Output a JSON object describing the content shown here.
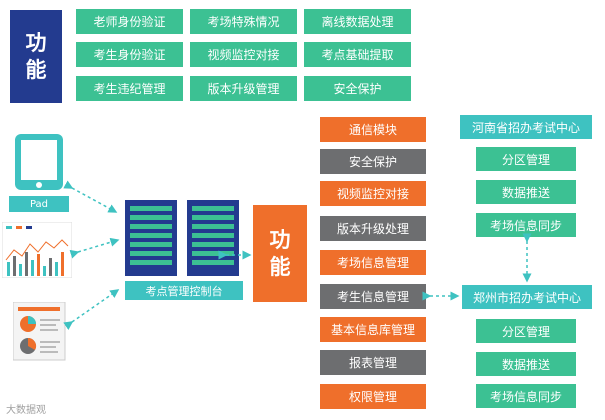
{
  "top": {
    "title_chars": [
      "功",
      "能"
    ],
    "boxes": [
      "老师身份验证",
      "考场特殊情况",
      "离线数据处理",
      "考生身份验证",
      "视频监控对接",
      "考点基础提取",
      "考生违纪管理",
      "版本升级管理",
      "安全保护"
    ]
  },
  "left": {
    "pad_label": "Pad",
    "console_label": "考点管理控制台"
  },
  "center": {
    "title_chars": [
      "功",
      "能"
    ],
    "modules": [
      {
        "label": "通信模块",
        "color": "orange"
      },
      {
        "label": "安全保护",
        "color": "gray"
      },
      {
        "label": "视频监控对接",
        "color": "orange"
      },
      {
        "label": "版本升级处理",
        "color": "gray"
      },
      {
        "label": "考场信息管理",
        "color": "orange"
      },
      {
        "label": "考生信息管理",
        "color": "gray"
      },
      {
        "label": "基本信息库管理",
        "color": "orange"
      },
      {
        "label": "报表管理",
        "color": "gray"
      },
      {
        "label": "权限管理",
        "color": "orange"
      }
    ]
  },
  "right": {
    "province": {
      "title": "河南省招办考试中心",
      "items": [
        "分区管理",
        "数据推送",
        "考场信息同步"
      ]
    },
    "city": {
      "title": "郑州市招办考试中心",
      "items": [
        "分区管理",
        "数据推送",
        "考场信息同步"
      ]
    }
  },
  "watermark": "大数据观",
  "colors": {
    "green": "#3cc193",
    "teal": "#3ec2c1",
    "orange": "#ef6f2b",
    "gray": "#6d6e70",
    "navy": "#233b8f",
    "arrow": "#3ec2c1"
  }
}
